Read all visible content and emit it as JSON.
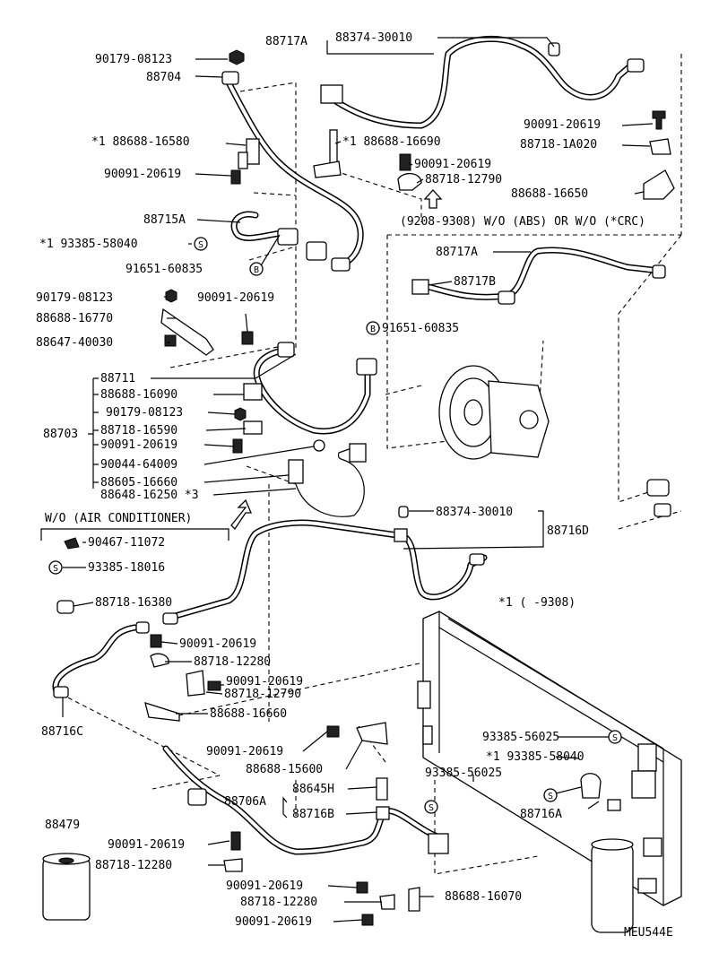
{
  "labels": {
    "l01": "88717A",
    "l02": "88374-30010",
    "l03": "90179-08123",
    "l04": "88704",
    "l05": "90091-20619",
    "l06": "88718-1A020",
    "l07": "*1 88688-16580",
    "l08": "*1 88688-16690",
    "l09": "90091-20619",
    "l10": "88718-12790",
    "l11": "88688-16650",
    "l12": "90091-20619",
    "l13": "88715A",
    "l14": "(9208-9308) W/O (ABS) OR W/O (*CRC)",
    "l15": "*1 93385-58040",
    "l16": "91651-60835",
    "l17": "88717A",
    "l18": "88717B",
    "l19": "90179-08123",
    "l20": "90091-20619",
    "l21": "88688-16770",
    "l22": "91651-60835",
    "l23": "88647-40030",
    "l24": "88711",
    "l25": "88688-16090",
    "l26": "90179-08123",
    "l27": "88703",
    "l28": "88718-16590",
    "l29": "90091-20619",
    "l30": "90044-64009",
    "l31": "88605-16660",
    "l32": "88648-16250 *3",
    "l33": "W/O (AIR CONDITIONER)",
    "l34": "88374-30010",
    "l35": "88716D",
    "l36": "90467-11072",
    "l37": "93385-18016",
    "l38": "88718-16380",
    "l39": "*1 ( -9308)",
    "l40": "90091-20619",
    "l41": "88718-12280",
    "l42": "90091-20619",
    "l43": "88718-12790",
    "l44": "88716C",
    "l45": "88688-16660",
    "l46": "93385-56025",
    "l47": "90091-20619",
    "l48": "*1 93385-58040",
    "l49": "88688-15600",
    "l50": "93385-56025",
    "l51": "88645H",
    "l52": "88706A",
    "l53": "88716B",
    "l54": "88716A",
    "l55": "88479",
    "l56": "90091-20619",
    "l57": "88718-12280",
    "l58": "90091-20619",
    "l59": "88718-12280",
    "l60": "88688-16070",
    "l61": "90091-20619",
    "l62": "MEU544E"
  },
  "callout_markers": {
    "s": "S",
    "b": "B"
  }
}
